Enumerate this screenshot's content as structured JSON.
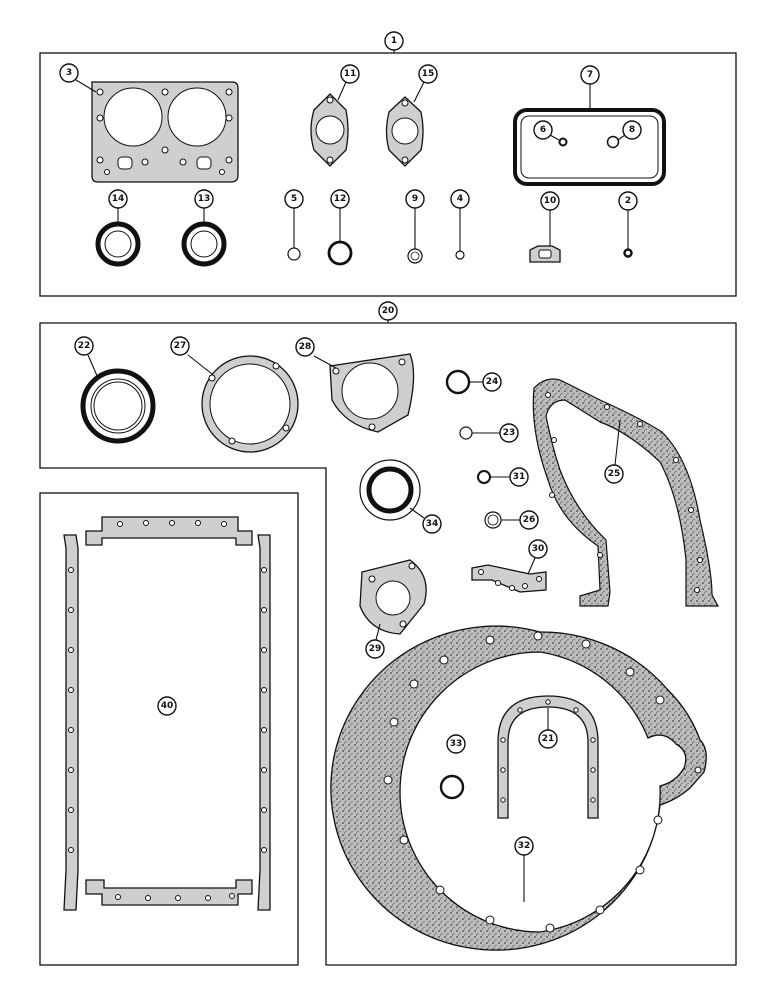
{
  "callouts": {
    "c1": "1",
    "c20": "20",
    "c3": "3",
    "c11": "11",
    "c15": "15",
    "c7": "7",
    "c6": "6",
    "c8": "8",
    "c14": "14",
    "c13": "13",
    "c5": "5",
    "c12": "12",
    "c9": "9",
    "c4": "4",
    "c10": "10",
    "c2": "2",
    "c22": "22",
    "c27": "27",
    "c28": "28",
    "c24": "24",
    "c23": "23",
    "c25": "25",
    "c31": "31",
    "c34": "34",
    "c26": "26",
    "c30": "30",
    "c29": "29",
    "c40": "40",
    "c21": "21",
    "c33": "33",
    "c32": "32"
  }
}
